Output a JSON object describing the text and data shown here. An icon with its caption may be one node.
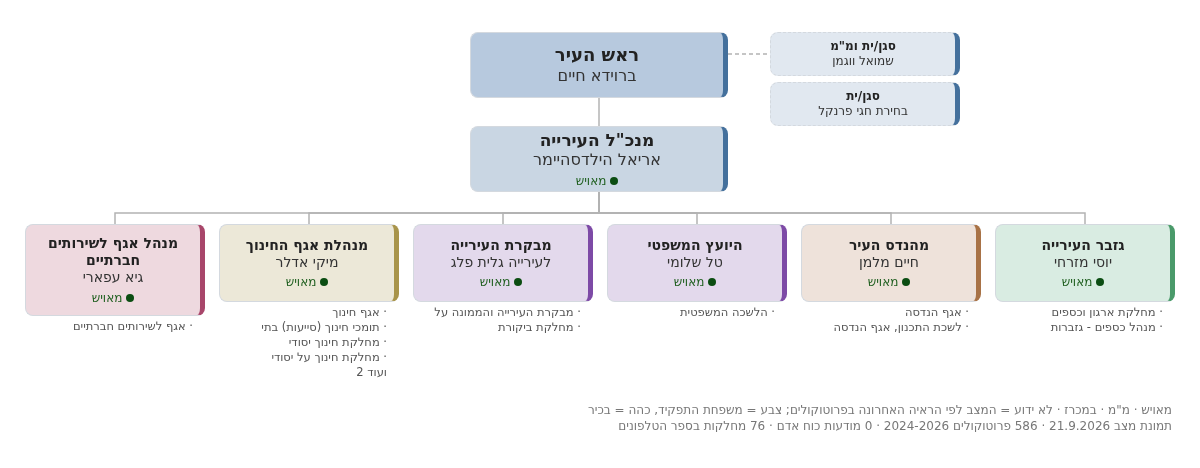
{
  "diagram": {
    "nodes": [
      {
        "text": [
          "ראש העיר",
          "ברוידא חיים"
        ]
      },
      {
        "text": [
          "סגן/ית ומ\"מ",
          "שמואל ווגמן"
        ]
      },
      {
        "text": [
          "סגן/ית",
          "בחירת חגי פרנקל"
        ]
      },
      {
        "text": [
          "מנכ\"ל העירייה",
          "אריאל הילדסהיימר",
          "מאויש"
        ]
      },
      {
        "text": [
          "גזבר העירייה",
          "יוסי מזרחי",
          "מאויש"
        ],
        "beside": [
          "· מחלקת ארגון וכספים",
          "· מנהל כספים - גזברות"
        ]
      },
      {
        "text": [
          "מהנדס העיר",
          "חיים מלמן",
          "מאויש"
        ],
        "beside": [
          "· אגף הנדסה",
          "· לשכת התכנון, אגף הנדסה"
        ]
      },
      {
        "text": [
          "היועץ המשפטי",
          "טל שלומי",
          "מאויש"
        ],
        "beside": [
          "· הלשכה המשפטית"
        ]
      },
      {
        "text": [
          "מבקרת העירייה",
          "לעירייה גלית פלג",
          "מאויש"
        ],
        "beside": [
          "· מבקרת העירייה והממונה על",
          "· מחלקת ביקורת"
        ]
      },
      {
        "text": [
          "מנהלת אגף החינוך",
          "מיקי אדלר",
          "מאויש"
        ],
        "beside": [
          "· אגף חינוך",
          "· תומכי חינוך (סייעות) בתי",
          "· מחלקת חינוך יסודי",
          "· מחלקת חינוך על יסודי",
          "ועוד 2"
        ]
      },
      {
        "text": [
          "מנהל אגף לשירותים חברתיים",
          "גיא עפארי",
          "מאויש"
        ],
        "beside": [
          "· אגף לשירותים חברתיים"
        ]
      }
    ],
    "edges": [
      {
        "from": 0,
        "to": 1,
        "arrow": "none",
        "style": "dashed"
      },
      {
        "from": 0,
        "to": 3,
        "arrow": "none"
      },
      {
        "from": 3,
        "to": 4,
        "arrow": "none"
      },
      {
        "from": 3,
        "to": 5,
        "arrow": "none"
      },
      {
        "from": 3,
        "to": 6,
        "arrow": "none"
      },
      {
        "from": 3,
        "to": 7,
        "arrow": "none"
      },
      {
        "from": 3,
        "to": 8,
        "arrow": "none"
      },
      {
        "from": 3,
        "to": 9,
        "arrow": "none"
      }
    ],
    "labels": [
      "מאויש · מ\"מ · במכרז · לא ידוע = המצב לפי הראיה האחרונה בפרוטוקולים; צבע = משפחת התפקיד, כהה = בכיר",
      "תמונת מצב 21.9.2026 · 586 פרוטוקולים 2024-2026 · 0 מודעות כוח אדם · 76 מחלקות בספר הטלפונים"
    ]
  }
}
